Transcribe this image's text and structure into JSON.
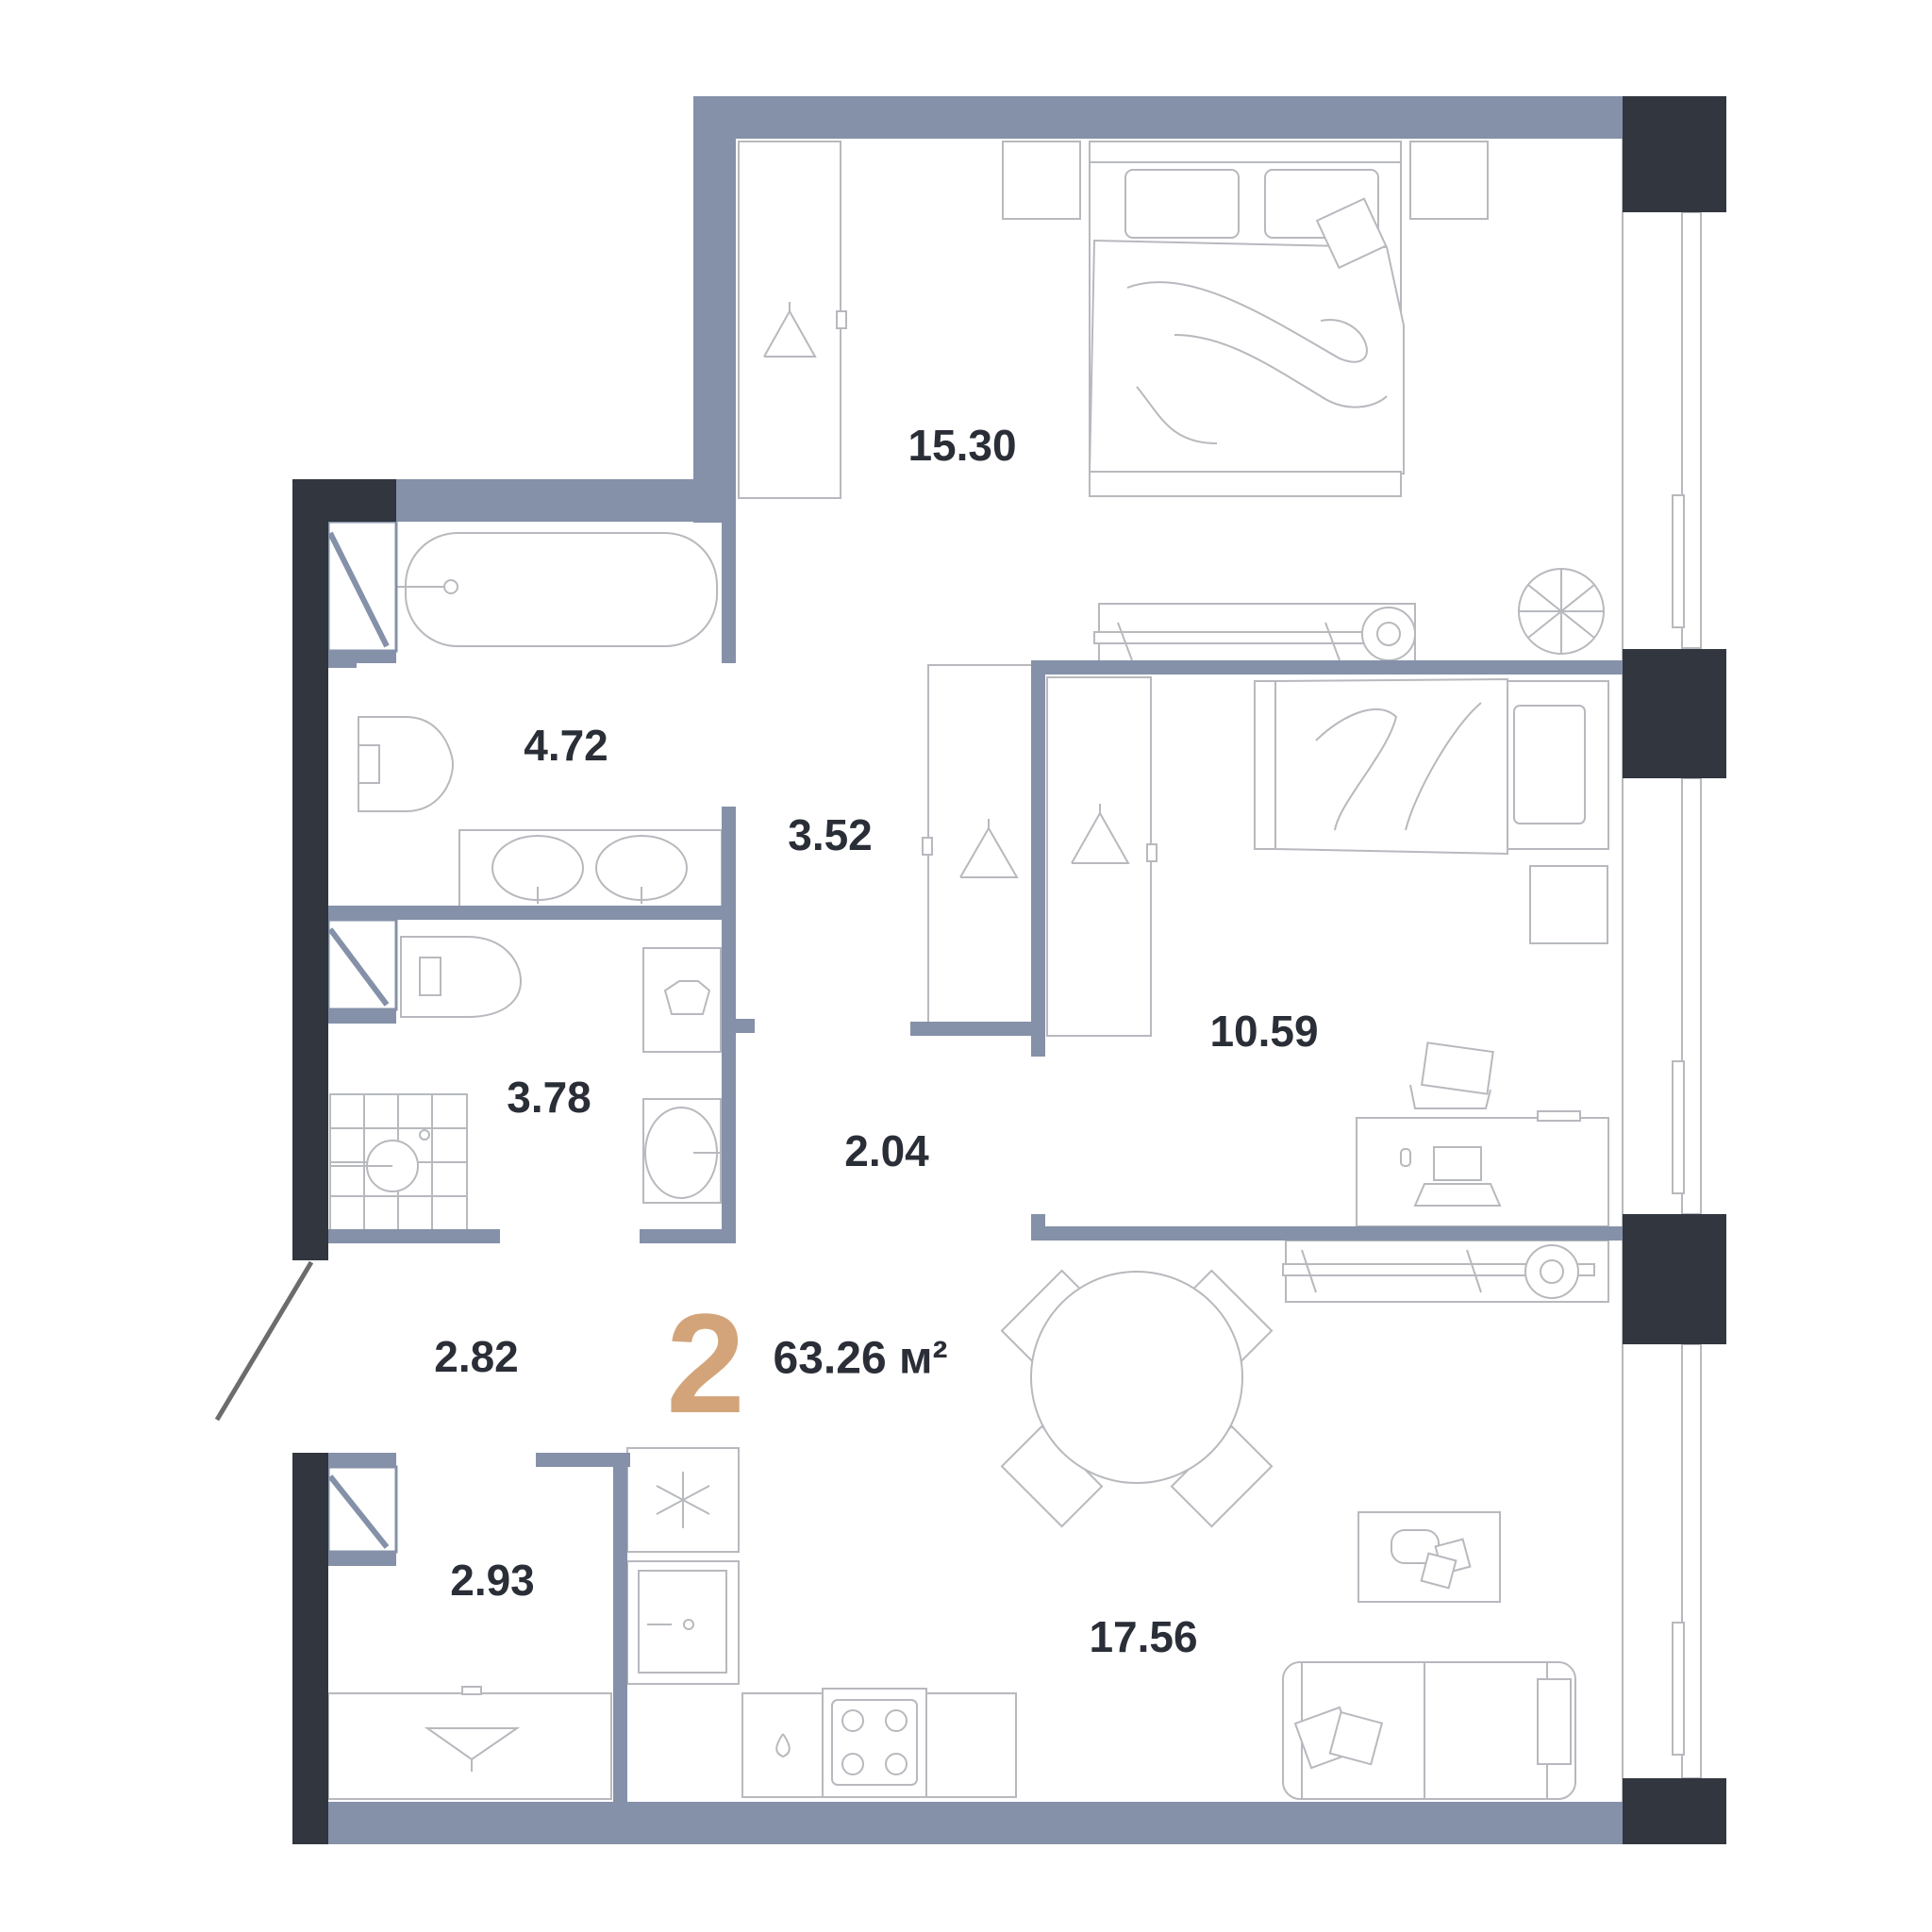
{
  "plan": {
    "rooms_count": "2",
    "total_area": "63.26 м²",
    "rooms": [
      {
        "id": "bedroom-main",
        "area": "15.30"
      },
      {
        "id": "bathroom",
        "area": "4.72"
      },
      {
        "id": "corridor-upper",
        "area": "3.52"
      },
      {
        "id": "toilet",
        "area": "3.78"
      },
      {
        "id": "corridor-lower",
        "area": "2.04"
      },
      {
        "id": "bedroom-second",
        "area": "10.59"
      },
      {
        "id": "hallway",
        "area": "2.82"
      },
      {
        "id": "storage",
        "area": "2.93"
      },
      {
        "id": "kitchen-living",
        "area": "17.56"
      }
    ]
  },
  "colors": {
    "interior_wall": "#8591a8",
    "exterior_wall": "#31363f",
    "furniture_stroke": "#b7b9be",
    "accent": "#d3a47a",
    "text": "#2a2e37"
  }
}
